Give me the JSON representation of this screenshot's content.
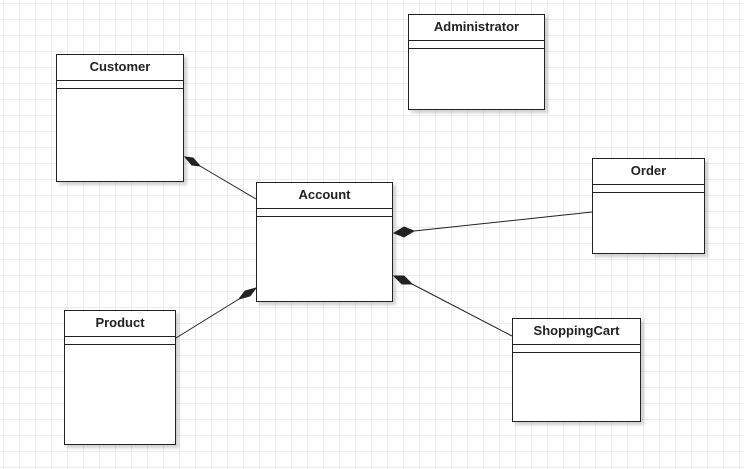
{
  "diagram": {
    "classes": {
      "administrator": {
        "name": "Administrator"
      },
      "customer": {
        "name": "Customer"
      },
      "account": {
        "name": "Account"
      },
      "order": {
        "name": "Order"
      },
      "product": {
        "name": "Product"
      },
      "shopping_cart": {
        "name": "ShoppingCart"
      }
    },
    "relationships": [
      {
        "type": "composition",
        "whole": "Customer",
        "part": "Account"
      },
      {
        "type": "composition",
        "whole": "Account",
        "part": "Order"
      },
      {
        "type": "composition",
        "whole": "Account",
        "part": "Product"
      },
      {
        "type": "composition",
        "whole": "Account",
        "part": "ShoppingCart"
      }
    ],
    "colors": {
      "line": "#222222",
      "grid": "#ececec",
      "box_fill": "#ffffff"
    }
  }
}
